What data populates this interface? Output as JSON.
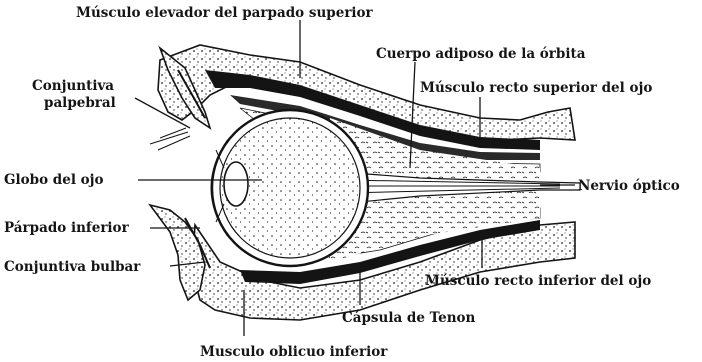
{
  "labels": {
    "levator": "Músculo elevador del parpado superior",
    "adipose": "Cuerpo adiposo de la órbita",
    "superior_rectus": "Músculo recto superior del ojo",
    "conjunctiva_palpebral_1": "Conjuntiva",
    "conjunctiva_palpebral_2": "palpebral",
    "globe": "Globo del ojo",
    "optic_nerve": "Nervio óptico",
    "lower_eyelid": "Párpado inferior",
    "conjunctiva_bulbar": "Conjuntiva bulbar",
    "inferior_rectus": "Músculo recto inferior del ojo",
    "tenon": "Cápsula de Tenon",
    "inferior_oblique": "Musculo oblicuo inferior"
  },
  "icons": {
    "eye_section": "eye-orbit-cross-section-illustration"
  }
}
